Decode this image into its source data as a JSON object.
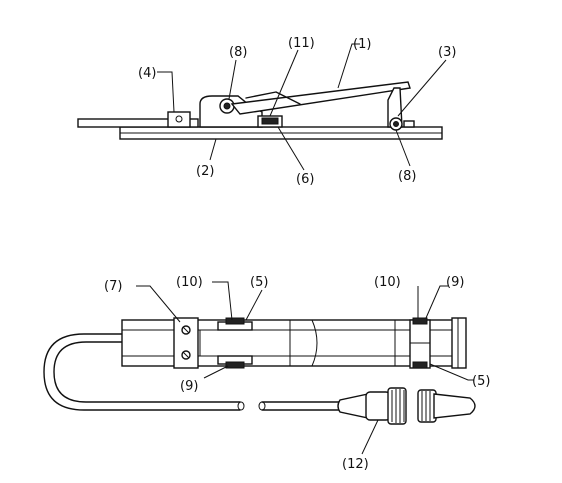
{
  "top_view": {
    "labels": {
      "l1": "(1)",
      "l2": "(2)",
      "l3": "(3)",
      "l4": "(4)",
      "l6": "(6)",
      "l8a": "(8)",
      "l8b": "(8)",
      "l11": "(11)"
    }
  },
  "bottom_view": {
    "labels": {
      "l5a": "(5)",
      "l5b": "(5)",
      "l7": "(7)",
      "l9a": "(9)",
      "l9b": "(9)",
      "l10a": "(10)",
      "l10b": "(10)",
      "l12": "(12)"
    }
  }
}
